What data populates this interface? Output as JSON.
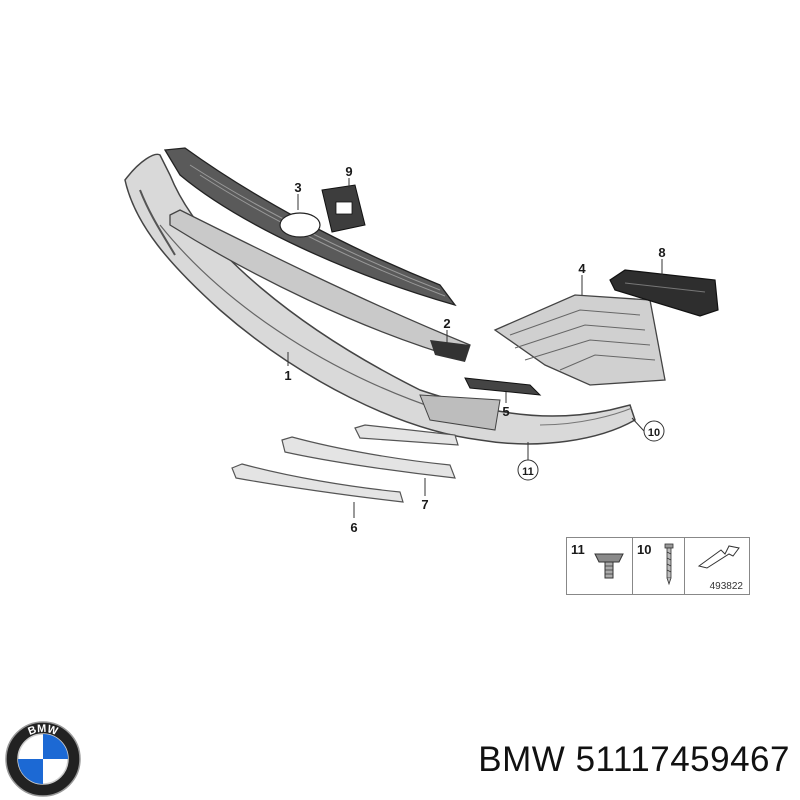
{
  "callouts": {
    "c1": "1",
    "c2": "2",
    "c3": "3",
    "c4": "4",
    "c5": "5",
    "c6": "6",
    "c7": "7",
    "c8": "8",
    "c9": "9",
    "c10": "10",
    "c11": "11"
  },
  "legend": {
    "item_11": "11",
    "item_10": "10",
    "diagram_number": "493822"
  },
  "caption": {
    "brand": "BMW",
    "part_number": "51117459467"
  },
  "logo": {
    "lettering": "BMW",
    "colors": {
      "blue": "#1c69d4",
      "white": "#ffffff",
      "ring": "#222222"
    }
  }
}
